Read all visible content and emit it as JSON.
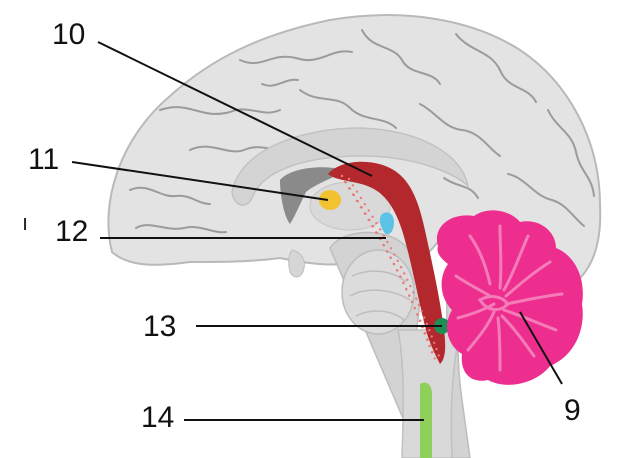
{
  "labels": {
    "n10": "10",
    "n11": "11",
    "n12": "12",
    "n13": "13",
    "n14": "14",
    "n9": "9",
    "stray": "ı"
  },
  "colors": {
    "brain": "#e3e3e3",
    "brain_outline": "#b9b9b9",
    "sulci": "#9b9b9b",
    "corpus_callosum": "#d4d4d4",
    "ventricle": "#8a8a8a",
    "brainstem": "#cfcfcf",
    "red_tract": "#b3282c",
    "thalamus_yellow": "#f2c230",
    "blue_spot": "#5cc3e6",
    "green_dot": "#1f8e55",
    "spinal_green": "#8fd05a",
    "cerebellum": "#ee2e8e",
    "cerebellum_light": "#f47cb8",
    "leader": "#111111"
  }
}
